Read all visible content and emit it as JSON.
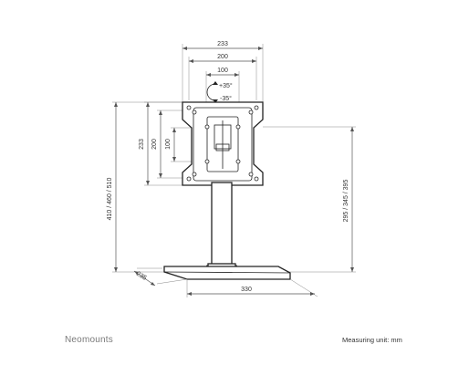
{
  "dimensions": {
    "width_plate_outer": "233",
    "width_vesa_200": "200",
    "width_vesa_100": "100",
    "tilt_up": "+35°",
    "tilt_down": "-35°",
    "height_plate_outer": "233",
    "height_vesa_200": "200",
    "height_vesa_100": "100",
    "total_height": "410 / 460 / 510",
    "mount_height": "295 / 345 / 395",
    "base_depth": "235",
    "base_width": "330"
  },
  "footer": {
    "brand": "Neomounts",
    "measuring_unit": "Measuring unit: mm"
  },
  "colors": {
    "line": "#222222",
    "dimension": "#555555",
    "brand": "#7a7a7a"
  }
}
